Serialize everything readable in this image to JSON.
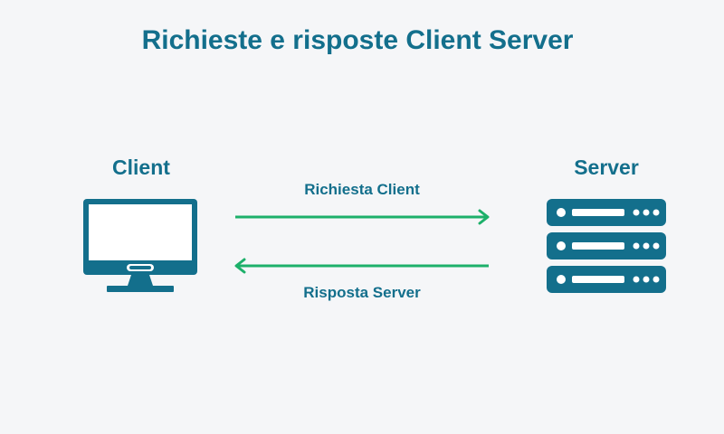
{
  "title": "Richieste e risposte Client Server",
  "client": {
    "label": "Client",
    "icon": "monitor-icon"
  },
  "server": {
    "label": "Server",
    "icon": "server-rack-icon"
  },
  "request": {
    "label": "Richiesta Client",
    "direction": "client-to-server"
  },
  "response": {
    "label": "Risposta Server",
    "direction": "server-to-client"
  },
  "colors": {
    "primary": "#136f8c",
    "arrow": "#1db06a",
    "background": "#f5f6f8"
  }
}
